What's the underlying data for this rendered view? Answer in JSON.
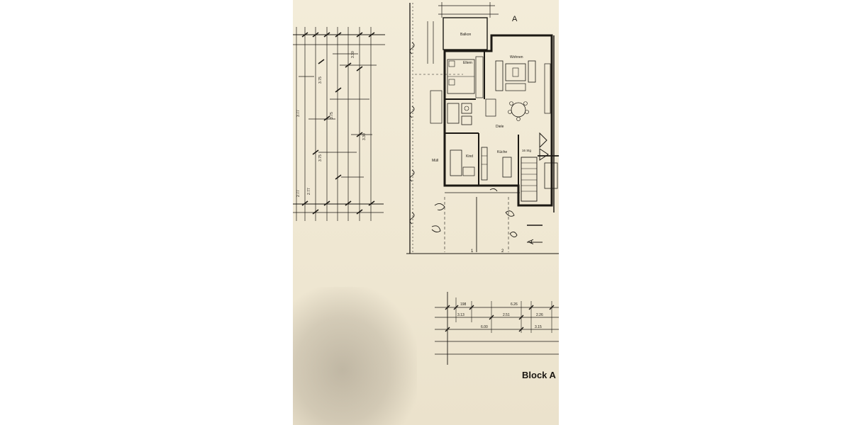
{
  "rooms": {
    "balkon": "Balkon",
    "eltern": "Eltern",
    "wohnen": "Wohnen",
    "diele": "Diele",
    "kind": "Kind",
    "kuche": "Küche",
    "mull": "Müll"
  },
  "section": {
    "top": "A",
    "bottom": "A"
  },
  "stairs_note": "16 Stg",
  "parking": [
    "1",
    "2"
  ],
  "block_label": "Block A",
  "dims_top": {
    "row1": [
      "198",
      "6.26",
      "2.26"
    ],
    "row2": [
      "3.13",
      "2.51"
    ],
    "row3": [
      "6.00",
      "3.15"
    ]
  },
  "dims_left": {
    "col1": [
      "3.77",
      "2.77",
      "2.77"
    ],
    "col2": [
      "3.75",
      "3.75",
      "3.75"
    ],
    "col3": [
      "3.30",
      "3.30"
    ]
  }
}
